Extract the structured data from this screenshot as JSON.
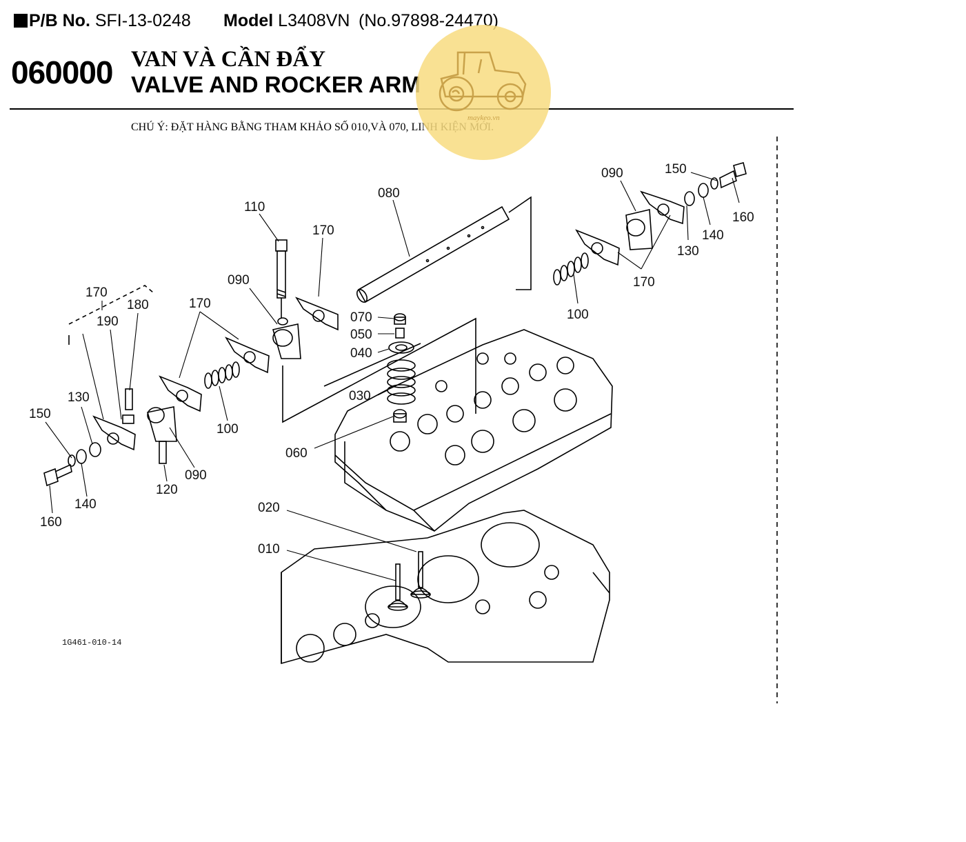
{
  "header": {
    "pb_label": "P/B No.",
    "pb_value": "SFI-13-0248",
    "model_label": "Model",
    "model_value": "L3408VN",
    "serial": "(No.97898-24470)",
    "code": "060000",
    "title_vn": "VAN VÀ CẦN ĐẨY",
    "title_en": "VALVE AND ROCKER ARM",
    "note": "CHÚ Ý: ĐẶT HÀNG BẰNG THAM KHẢO SỐ 010,VÀ 070, LINH KIỆN MỚI."
  },
  "watermark": {
    "text": "maykeo.vn",
    "circle_color": "#f8dc80",
    "icon": "tractor-icon"
  },
  "callouts": {
    "c110": "110",
    "c170_top": "170",
    "c080": "080",
    "c090_left": "090",
    "c090_right": "090",
    "c150_right": "150",
    "c160_right": "160",
    "c140_right": "140",
    "c130_right": "130",
    "c170_right": "170",
    "c100_right": "100",
    "c170_left": "170",
    "c180": "180",
    "c190": "190",
    "c170_mid": "170",
    "c070": "070",
    "c050": "050",
    "c040": "040",
    "c030": "030",
    "c060": "060",
    "c130_left": "130",
    "c150_left": "150",
    "c100_left": "100",
    "c090_low": "090",
    "c120": "120",
    "c140_left": "140",
    "c160_left": "160",
    "c020": "020",
    "c010": "010"
  },
  "drawing_number": "1G461-010-14"
}
